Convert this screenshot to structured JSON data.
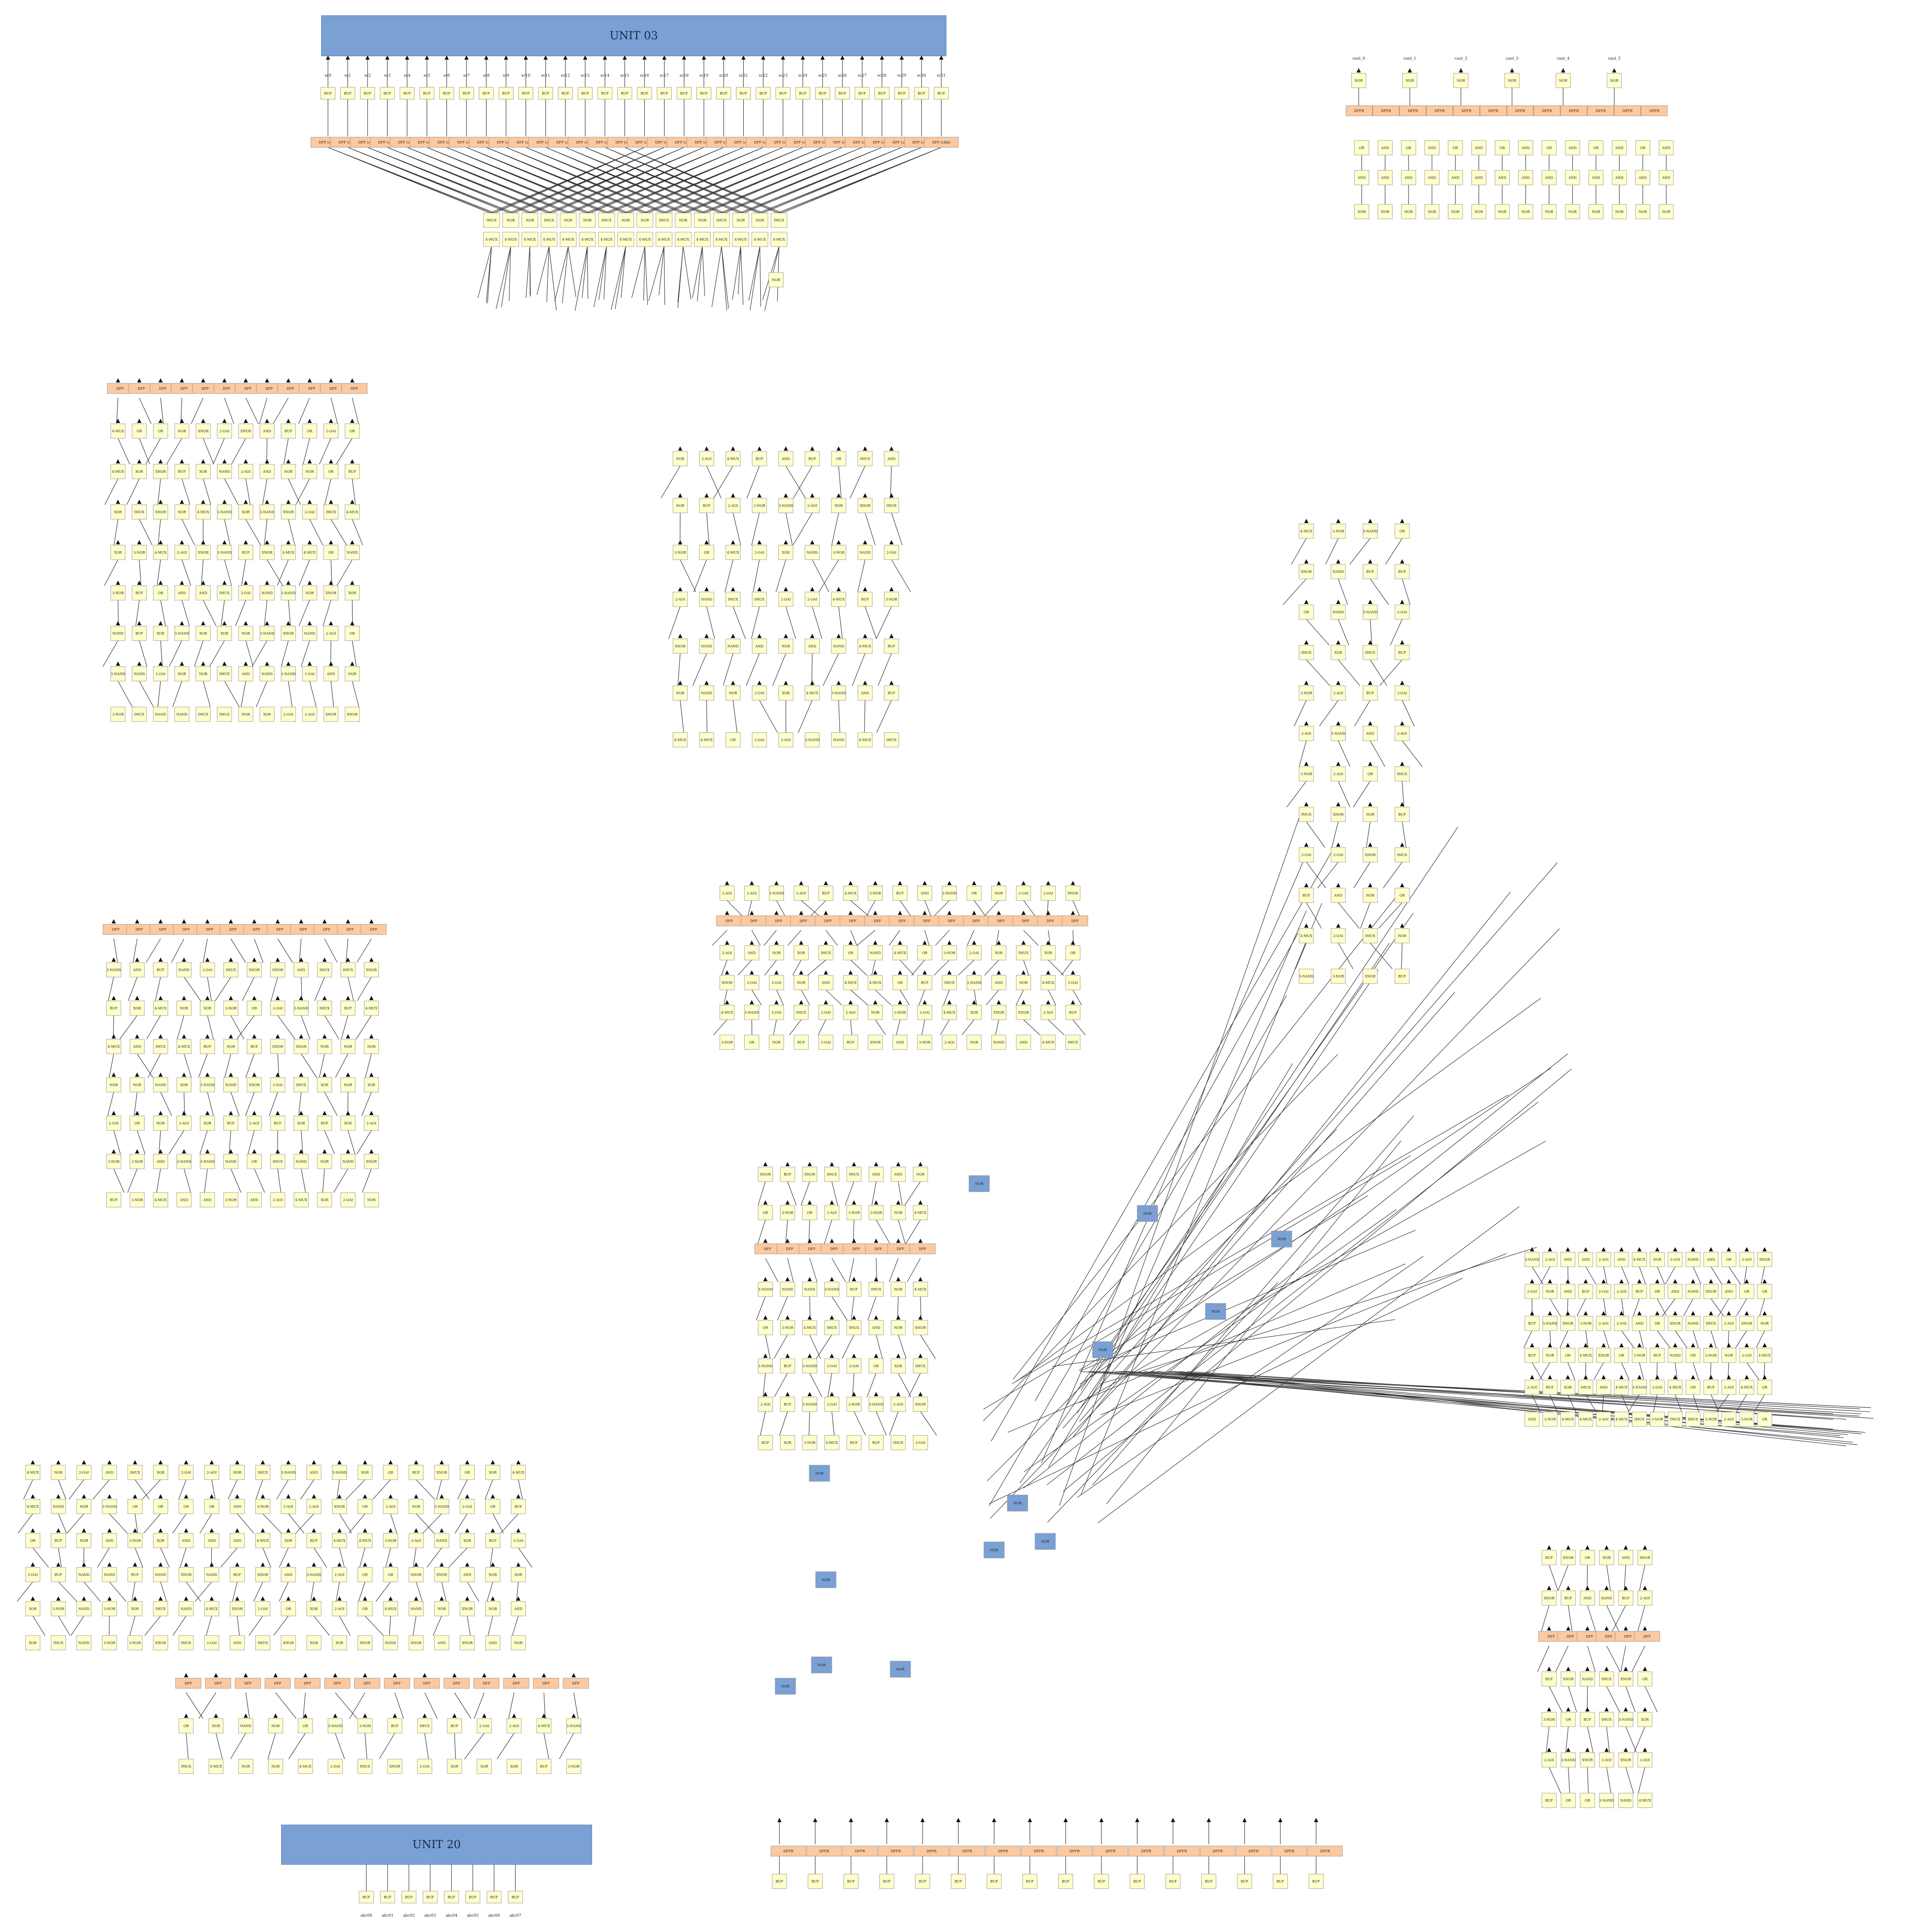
{
  "units": [
    {
      "id": "unit-03",
      "label": "UNIT 03"
    },
    {
      "id": "unit-20",
      "label": "UNIT 20"
    }
  ],
  "colors": {
    "background": "#ffffff",
    "gate_fill": "#ffffcc",
    "ff_fill": "#fcc9a0",
    "unit_fill": "#7aa0d4",
    "highlight_fill": "#7aa0d4",
    "edge": "#333333"
  },
  "node_labels": {
    "gate_types": [
      "BUF",
      "NOR",
      "OR",
      "AND",
      "NAND",
      "XOR",
      "XNOR",
      "IMUX",
      "4-MUX",
      "2-AOI",
      "2-OAI",
      "3-NAND",
      "3-NOR",
      "3-AND",
      "DFF",
      "DFFR"
    ],
    "sample_top_outputs": [
      "sc0",
      "sc1",
      "sc2",
      "sc3",
      "sc4",
      "sc5",
      "sc6",
      "sc7",
      "sc8",
      "sc9",
      "sc10",
      "sc11",
      "sc12",
      "sc13",
      "sc14",
      "sc15",
      "sc16",
      "sc17",
      "sc18",
      "sc19",
      "sc20",
      "sc21",
      "sc22",
      "sc23",
      "sc24",
      "sc25",
      "sc26",
      "sc27",
      "sc28",
      "sc29",
      "sc30",
      "sc31"
    ],
    "sample_right_outputs": [
      "caut_0",
      "caut_1",
      "caut_2",
      "caut_3",
      "caut_4",
      "caut_5"
    ],
    "sample_ff_label": "DFF (clk4)",
    "bottom_inputs": [
      "abc00",
      "abc01",
      "abc02",
      "abc03",
      "abc04",
      "abc05",
      "abc06",
      "abc07"
    ]
  }
}
